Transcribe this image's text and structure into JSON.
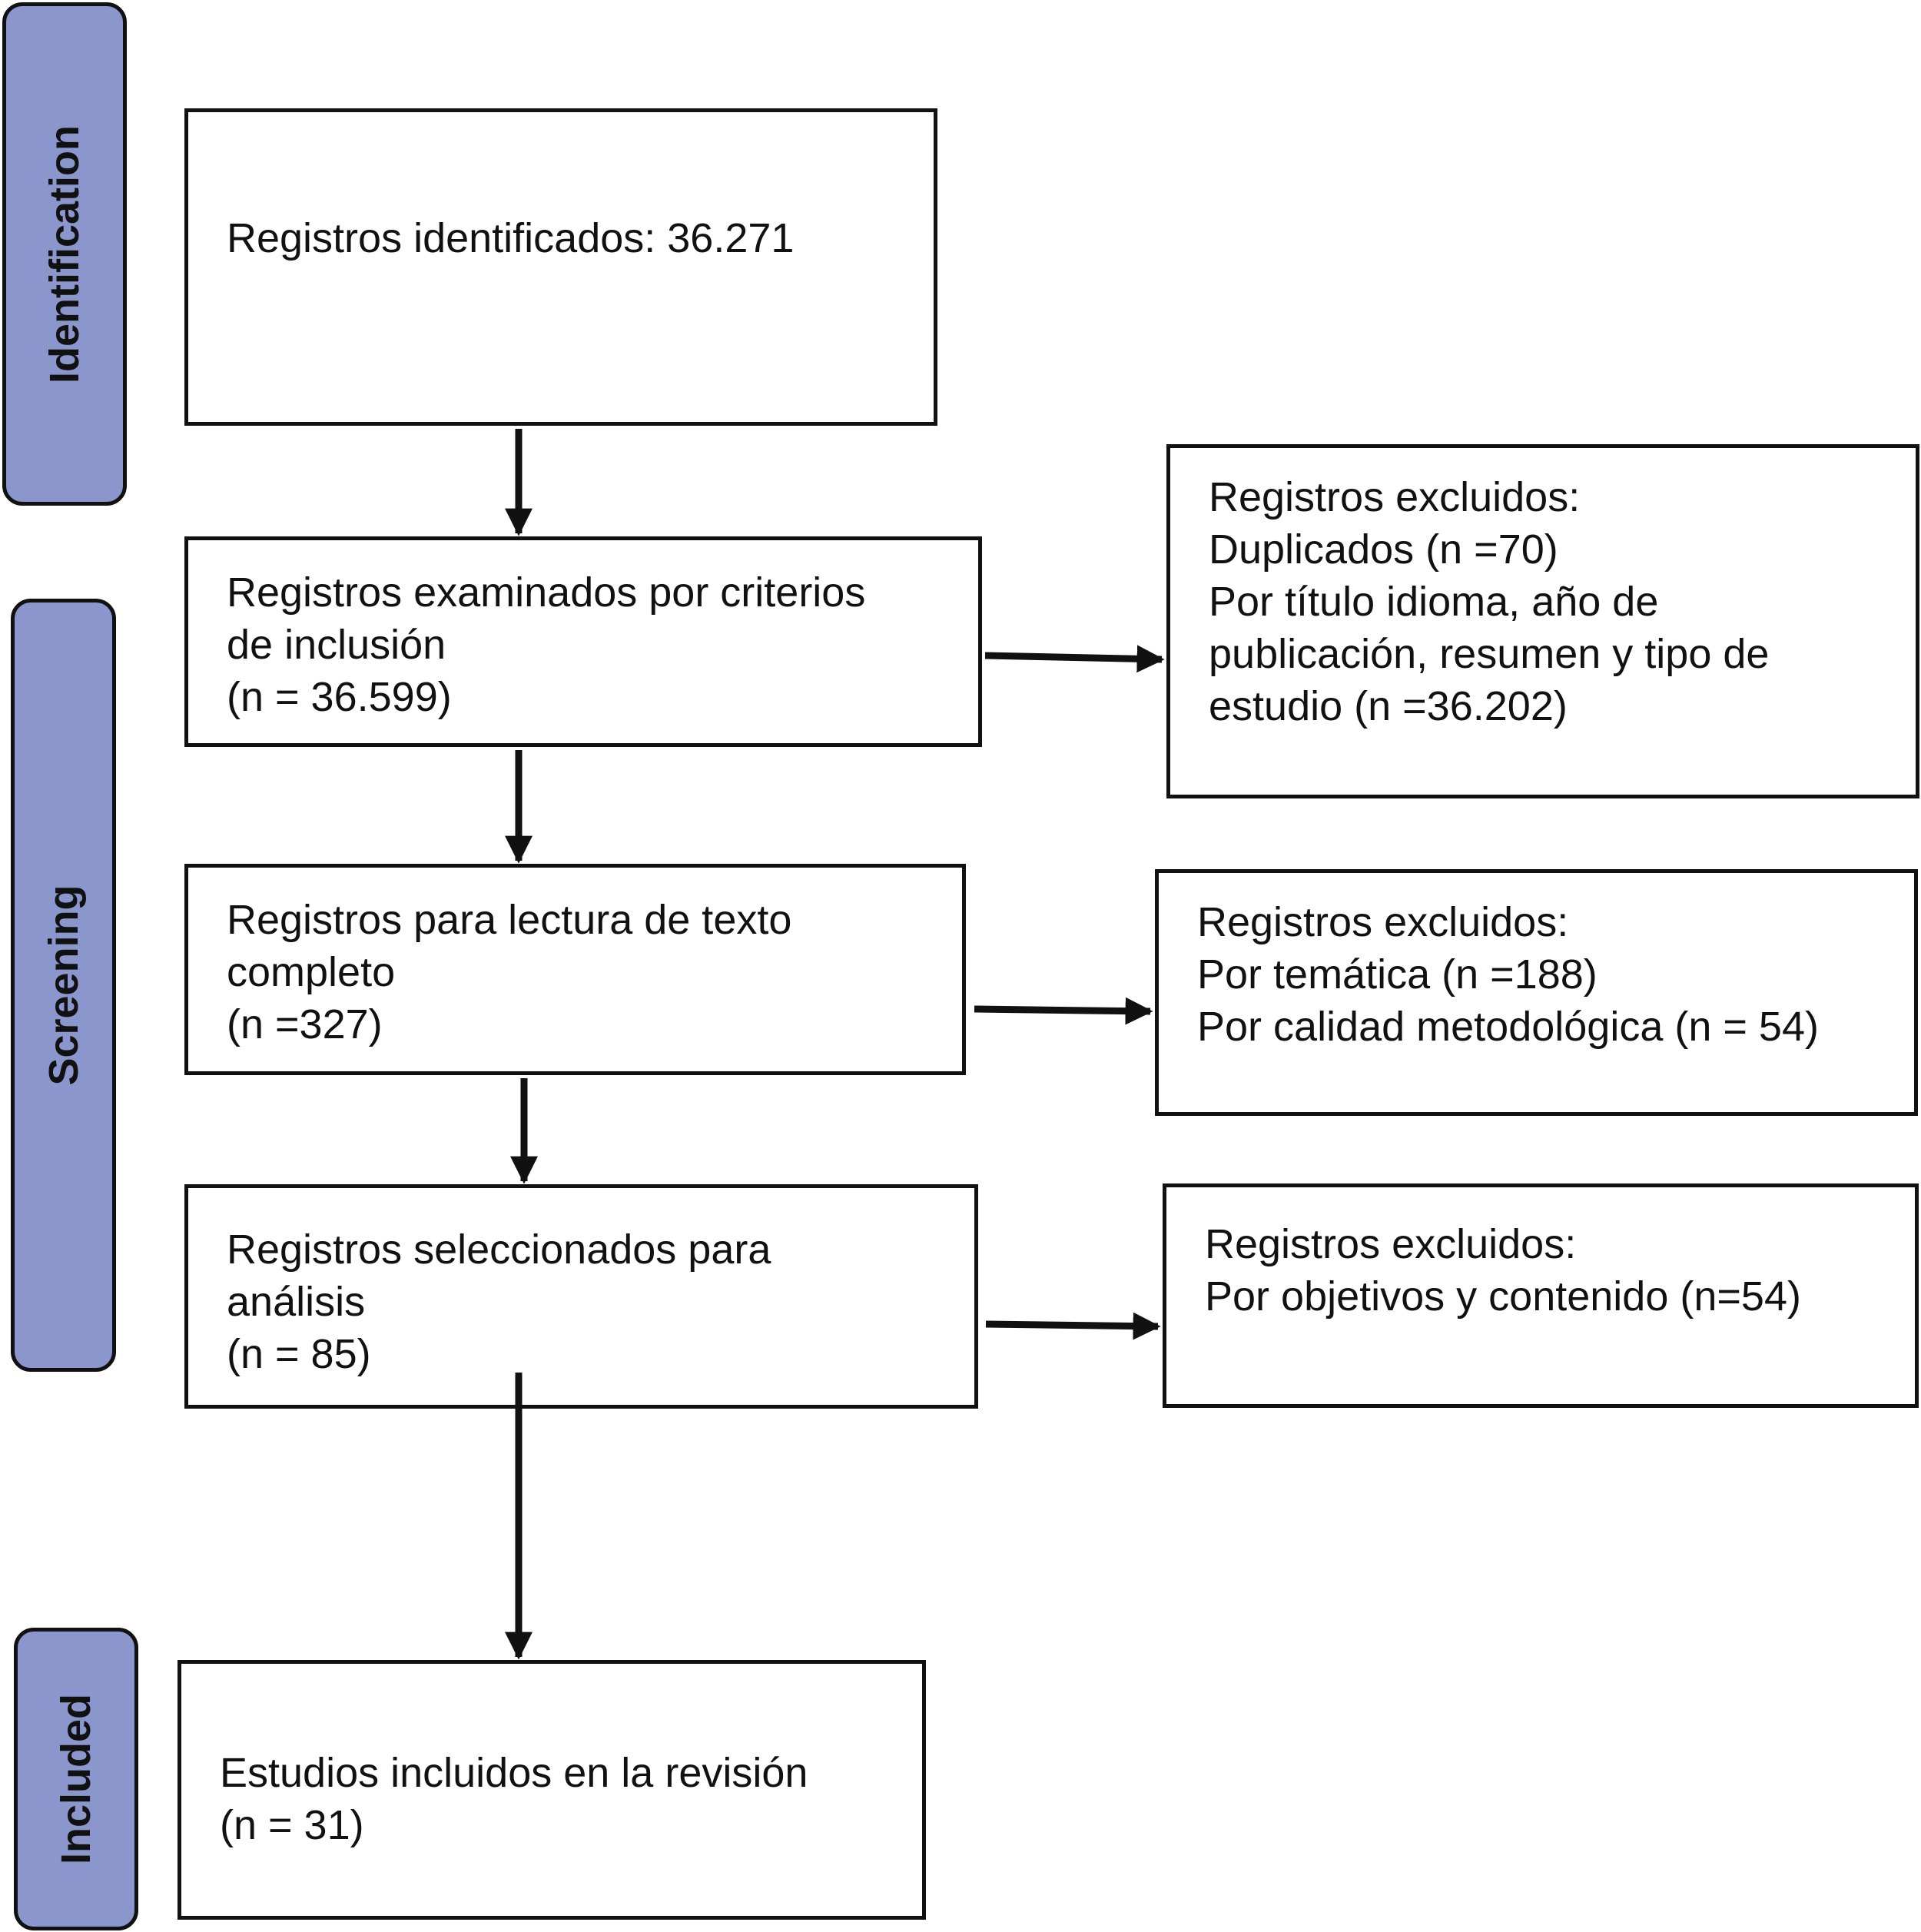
{
  "stages": {
    "identification": "Identification",
    "screening": "Screening",
    "included": "Included"
  },
  "identified": {
    "line1": "Registros identificados: 36.271"
  },
  "screened": {
    "line1": "Registros examinados por criterios",
    "line2": "de inclusión",
    "line3": "(n = 36.599)"
  },
  "excluded_1": {
    "line1": "Registros excluidos:",
    "line2": "Duplicados (n =70)",
    "line3": "Por título idioma, año de",
    "line4": "publicación, resumen y tipo de",
    "line5": "estudio (n =36.202)"
  },
  "fulltext": {
    "line1": "Registros para lectura de texto",
    "line2": "completo",
    "line3": "(n =327)"
  },
  "excluded_2": {
    "line1": "Registros excluidos:",
    "line2": "Por temática (n =188)",
    "line3": "Por calidad metodológica (n = 54)"
  },
  "selected": {
    "line1": "Registros seleccionados para",
    "line2": "análisis",
    "line3": "(n = 85)"
  },
  "excluded_3": {
    "line1": "Registros excluidos:",
    "line2": "Por objetivos y contenido (n=54)"
  },
  "included_studies": {
    "line1": "Estudios incluidos en la revisión",
    "line2": "(n = 31)"
  },
  "colors": {
    "stage_fill": "#8a96cc",
    "stroke": "#111111"
  }
}
